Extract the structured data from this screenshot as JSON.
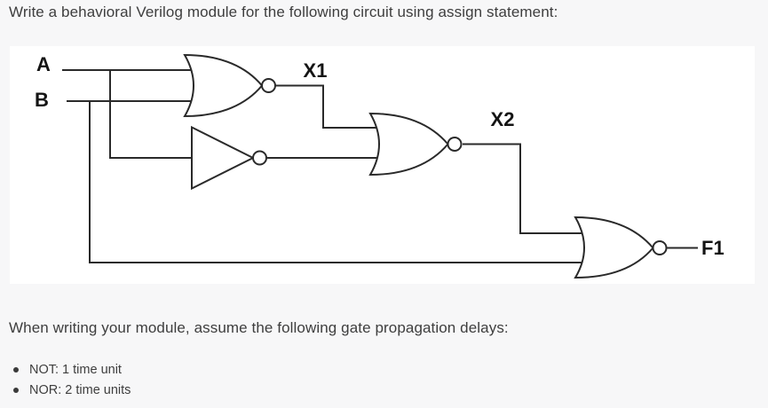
{
  "page": {
    "background": "#f7f7f8",
    "panel_background": "#ffffff",
    "text_color": "#3e3e3e",
    "line_color": "#2a2a2a"
  },
  "question": {
    "title": "Write a behavioral Verilog module for the following circuit using assign statement:",
    "delays_intro": "When writing your module, assume the following gate propagation delays:",
    "delay_items": [
      "NOT: 1 time unit",
      "NOR: 2 time units"
    ]
  },
  "circuit": {
    "labels": {
      "input_a": "A",
      "input_b": "B",
      "net_x1": "X1",
      "net_x2": "X2",
      "output_f1": "F1"
    },
    "gates": [
      {
        "type": "NOR",
        "inputs": [
          "A",
          "B"
        ],
        "output_label": "X1"
      },
      {
        "type": "NOT",
        "inputs": [
          "A"
        ],
        "output_label": ""
      },
      {
        "type": "NOR",
        "inputs": [
          "X1",
          "NOT-output"
        ],
        "output_label": "X2"
      },
      {
        "type": "NOR",
        "inputs": [
          "X2",
          "B"
        ],
        "output_label": "F1"
      }
    ]
  }
}
